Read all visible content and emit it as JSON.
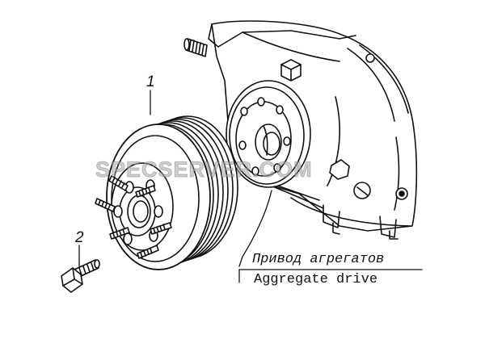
{
  "callouts": {
    "part_1": "1",
    "part_2": "2"
  },
  "caption": {
    "ru": "Привод агрегатов",
    "en": "Aggregate drive"
  },
  "watermark": "SPECSERVER.COM",
  "colors": {
    "ink": "#111111",
    "watermark": "#aaaaaa",
    "background": "#ffffff"
  }
}
